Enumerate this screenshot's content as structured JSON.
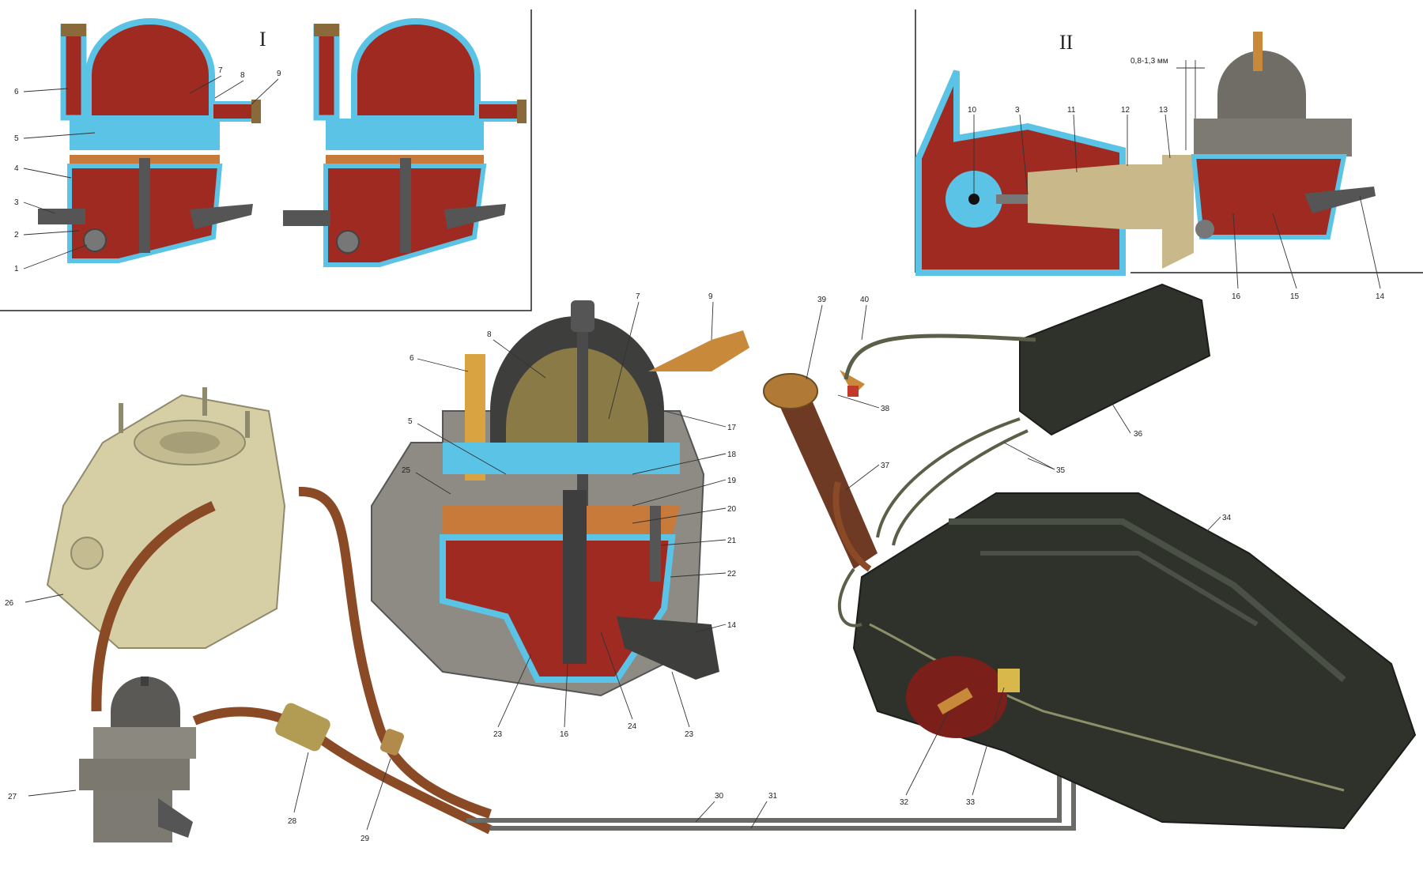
{
  "insets": {
    "left_roman": "I",
    "right_roman": "II",
    "gap_dimension": "0,8-1,3 мм"
  },
  "colors": {
    "body_blue": "#5bc4e6",
    "fuel_red": "#9e2a22",
    "copper": "#c87a3a",
    "hose": "#8a4a26",
    "tank_dark": "#2e322a",
    "beige": "#d6cfa6",
    "pump_grey": "#7c7a72"
  },
  "labels": [
    {
      "id": "I-1",
      "text": "1"
    },
    {
      "id": "I-2",
      "text": "2"
    },
    {
      "id": "I-3",
      "text": "3"
    },
    {
      "id": "I-4",
      "text": "4"
    },
    {
      "id": "I-5",
      "text": "5"
    },
    {
      "id": "I-6",
      "text": "6"
    },
    {
      "id": "I-7",
      "text": "7"
    },
    {
      "id": "I-8",
      "text": "8"
    },
    {
      "id": "I-9",
      "text": "9"
    },
    {
      "id": "II-10",
      "text": "10"
    },
    {
      "id": "II-3",
      "text": "3"
    },
    {
      "id": "II-11",
      "text": "11"
    },
    {
      "id": "II-12",
      "text": "12"
    },
    {
      "id": "II-13",
      "text": "13"
    },
    {
      "id": "II-16",
      "text": "16"
    },
    {
      "id": "II-15",
      "text": "15"
    },
    {
      "id": "II-14",
      "text": "14"
    },
    {
      "id": "M-8",
      "text": "8"
    },
    {
      "id": "M-6",
      "text": "6"
    },
    {
      "id": "M-5",
      "text": "5"
    },
    {
      "id": "M-7",
      "text": "7"
    },
    {
      "id": "M-9",
      "text": "9"
    },
    {
      "id": "M-17",
      "text": "17"
    },
    {
      "id": "M-18",
      "text": "18"
    },
    {
      "id": "M-19",
      "text": "19"
    },
    {
      "id": "M-20",
      "text": "20"
    },
    {
      "id": "M-21",
      "text": "21"
    },
    {
      "id": "M-22",
      "text": "22"
    },
    {
      "id": "M-14",
      "text": "14"
    },
    {
      "id": "M-25",
      "text": "25"
    },
    {
      "id": "M-23a",
      "text": "23"
    },
    {
      "id": "M-16",
      "text": "16"
    },
    {
      "id": "M-24",
      "text": "24"
    },
    {
      "id": "M-23b",
      "text": "23"
    },
    {
      "id": "L-26",
      "text": "26"
    },
    {
      "id": "L-27",
      "text": "27"
    },
    {
      "id": "L-28",
      "text": "28"
    },
    {
      "id": "L-29",
      "text": "29"
    },
    {
      "id": "L-30",
      "text": "30"
    },
    {
      "id": "L-31",
      "text": "31"
    },
    {
      "id": "R-39",
      "text": "39"
    },
    {
      "id": "R-40",
      "text": "40"
    },
    {
      "id": "R-38",
      "text": "38"
    },
    {
      "id": "R-37",
      "text": "37"
    },
    {
      "id": "R-36",
      "text": "36"
    },
    {
      "id": "R-35",
      "text": "35"
    },
    {
      "id": "R-34",
      "text": "34"
    },
    {
      "id": "R-32",
      "text": "32"
    },
    {
      "id": "R-33",
      "text": "33"
    }
  ]
}
